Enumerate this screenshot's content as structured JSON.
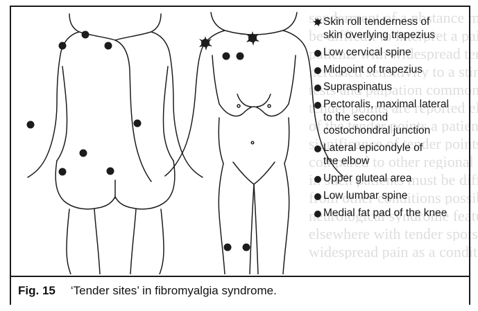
{
  "figure": {
    "legend": [
      {
        "marker": "star",
        "text": "Skin roll tenderness of\nskin overlying trapezius"
      },
      {
        "marker": "dot",
        "text": "Low cervical spine"
      },
      {
        "marker": "dot",
        "text": "Midpoint of trapezius"
      },
      {
        "marker": "dot",
        "text": "Supraspinatus"
      },
      {
        "marker": "dot",
        "text": "Pectoralis, maximal lateral\nto the second\ncostochondral junction"
      },
      {
        "marker": "dot",
        "text": "Lateral epicondyle of\nthe elbow"
      },
      {
        "marker": "dot",
        "text": "Upper gluteal area"
      },
      {
        "marker": "dot",
        "text": "Low lumbar spine"
      },
      {
        "marker": "dot",
        "text": "Medial fat pad of the knee"
      }
    ],
    "caption": {
      "label": "Fig. 15",
      "text": "‘Tender sites’ in fibromyalgia syndrome."
    }
  },
  "colors": {
    "ink": "#1c1c1c",
    "frame": "#1a1a1a",
    "background": "#ffffff",
    "show_through": "#dedede"
  }
}
